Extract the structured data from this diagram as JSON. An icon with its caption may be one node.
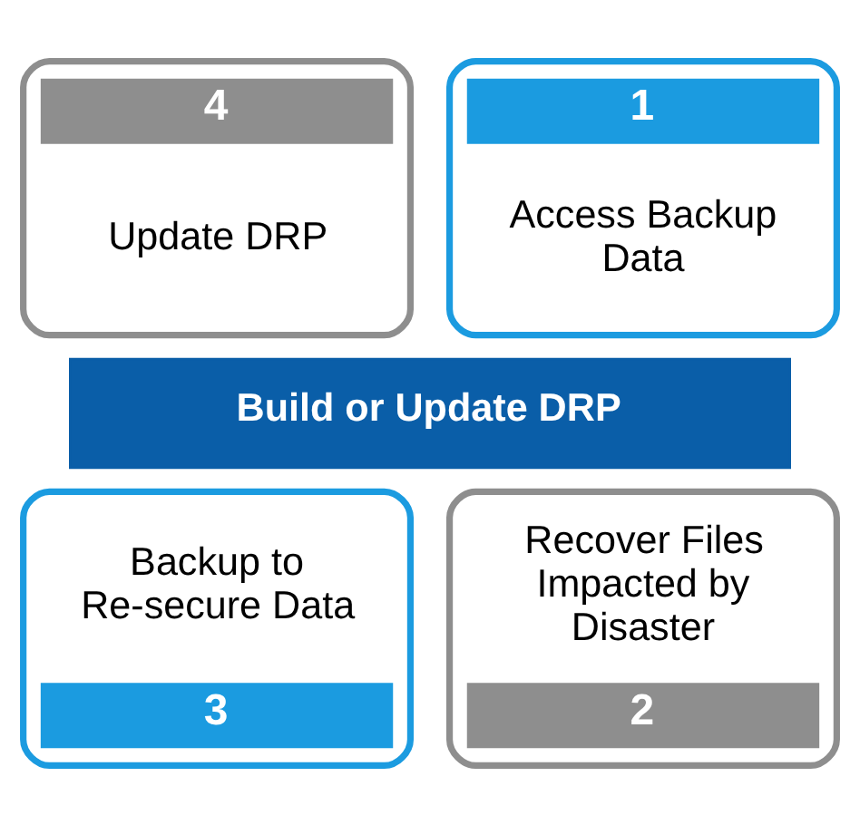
{
  "diagram": {
    "nodes": [
      {
        "text": [
          "4",
          "Update DRP"
        ]
      },
      {
        "text": [
          "1",
          "Access Backup Data"
        ]
      },
      {
        "text": [
          "Build or Update DRP"
        ]
      },
      {
        "text": [
          "Backup to Re-secure Data",
          "3"
        ]
      },
      {
        "text": [
          "Recover Files Impacted by Disaster",
          "2"
        ]
      }
    ]
  }
}
